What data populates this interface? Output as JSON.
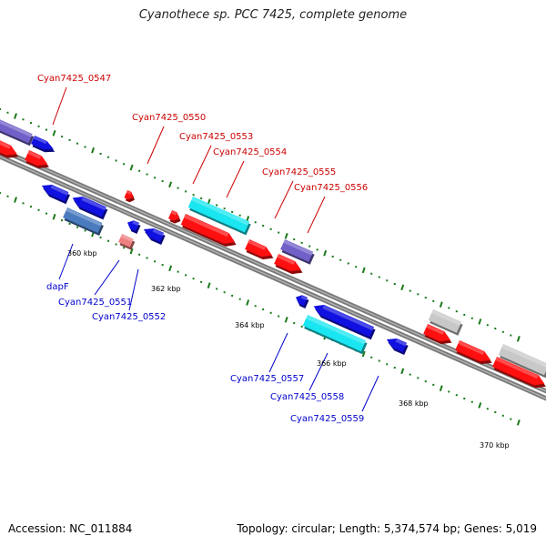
{
  "title": "Cyanothece sp. PCC 7425, complete genome",
  "footer": {
    "accession": "Accession: NC_011884",
    "topology": "Topology: circular; Length: 5,374,574 bp; Genes: 5,019"
  },
  "colors": {
    "forward_label": "#cc0000",
    "reverse_label": "#0000cc",
    "forward_cds": "#ff1010",
    "reverse_cds": "#1010e0",
    "rna": "#19e6f0",
    "other": "#7060c8",
    "pseudo": "#c8c8c8",
    "backbone": "#7a7a7a",
    "ticks": "#1a7a1a"
  },
  "scale_labels": [
    "360 kbp",
    "362 kbp",
    "364 kbp",
    "366 kbp",
    "368 kbp",
    "370 kbp"
  ],
  "forward_genes": [
    "Cyan7425_0547",
    "Cyan7425_0550",
    "Cyan7425_0553",
    "Cyan7425_0554",
    "Cyan7425_0555",
    "Cyan7425_0556"
  ],
  "reverse_genes": [
    "dapF",
    "Cyan7425_0551",
    "Cyan7425_0552",
    "Cyan7425_0557",
    "Cyan7425_0558",
    "Cyan7425_0559"
  ]
}
